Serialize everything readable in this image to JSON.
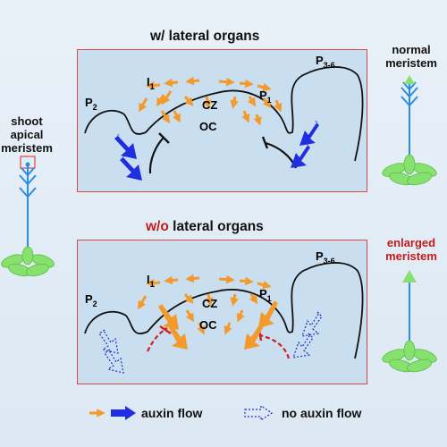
{
  "top_panel": {
    "title": "w/ lateral organs",
    "labels": {
      "p2": "P",
      "p2_sub": "2",
      "i1": "I",
      "i1_sub": "1",
      "p1": "P",
      "p1_sub": "1",
      "p36": "P",
      "p36_sub": "3-6",
      "cz": "CZ",
      "oc": "OC"
    }
  },
  "bottom_panel": {
    "title_prefix": "w/o",
    "title_rest": " lateral organs",
    "labels": {
      "p2": "P",
      "p2_sub": "2",
      "i1": "I",
      "i1_sub": "1",
      "p1": "P",
      "p1_sub": "1",
      "p36": "P",
      "p36_sub": "3-6",
      "cz": "CZ",
      "oc": "OC"
    }
  },
  "left_plant": {
    "label": "shoot\napical\nmeristem"
  },
  "right_top_plant": {
    "label": "normal\nmeristem"
  },
  "right_bottom_plant": {
    "label": "enlarged\nmeristem"
  },
  "legend": {
    "auxin_flow": "auxin flow",
    "no_auxin_flow": "no auxin flow"
  },
  "colors": {
    "orange_arrow": "#f39a2b",
    "blue_arrow": "#1f2fe0",
    "inhibit_line_top": "#111111",
    "inhibit_line_bottom": "#d21f1f",
    "panel_fill": "#c9dff0",
    "panel_border": "#d64848",
    "leaf": "#86e16f",
    "stem": "#2a8ee0",
    "label_red": "#c21b1b"
  }
}
